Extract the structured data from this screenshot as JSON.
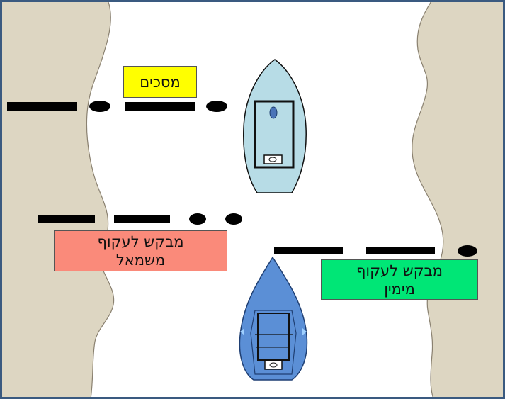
{
  "colors": {
    "shore": "#ddd6c2",
    "water": "#ffffff",
    "frame": "#3a5a80",
    "marker": "#000000",
    "boat_top_hull": "#b7dce6",
    "boat_bottom_hull": "#5b8fd6",
    "label_agree": "#ffff00",
    "label_left": "#fa8a7a",
    "label_right": "#00e676"
  },
  "labels": {
    "agree": "מסכים",
    "left_line1": "מבקש לעקוף",
    "left_line2": "משמאל",
    "right_line1": "מבקש לעקוף",
    "right_line2": "מימין"
  },
  "icons": {
    "top_boat": "boat-top-icon",
    "bottom_boat": "boat-bottom-icon"
  }
}
